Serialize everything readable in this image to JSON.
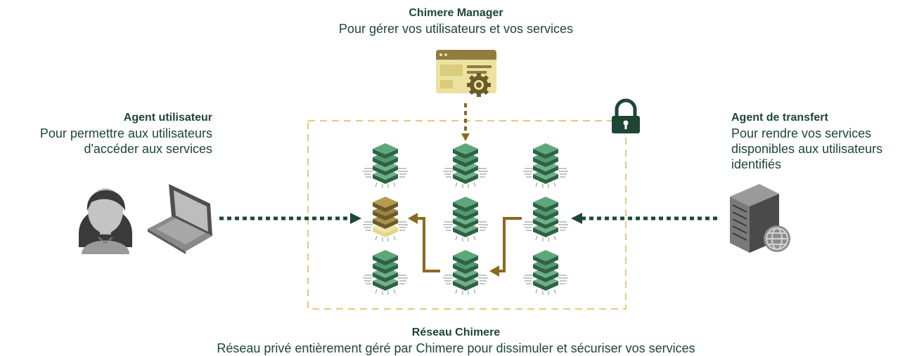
{
  "manager": {
    "title": "Chimere Manager",
    "description": "Pour gérer vos utilisateurs et vos services",
    "icon": "web-admin-gear-icon"
  },
  "agent_user": {
    "title": "Agent utilisateur",
    "description_lines": [
      "Pour permettre aux utilisateurs",
      "d'accéder aux services"
    ],
    "icons": [
      "user-avatar-icon",
      "laptop-icon"
    ]
  },
  "agent_transfer": {
    "title": "Agent de transfert",
    "description_lines": [
      "Pour rendre vos services",
      "disponibles aux utilisateurs",
      "identifiés"
    ],
    "icons": [
      "server-globe-icon"
    ]
  },
  "network": {
    "title": "Réseau Chimere",
    "description": "Réseau privé entièrement géré par Chimere pour dissimuler et sécuriser vos services",
    "icons": [
      "padlock-icon",
      "server-node-icon"
    ],
    "nodes": 9,
    "entry_node": 4
  },
  "colors": {
    "text": "#1e4634",
    "network_border": "#e8c87a",
    "manager_arrow": "#8a6a1f",
    "flow_dots": "#1e4634",
    "internal_route": "#8a6a1f",
    "node_green": "#3f7d5a",
    "node_gold": "#8c7a3c",
    "padlock": "#1e4634"
  }
}
